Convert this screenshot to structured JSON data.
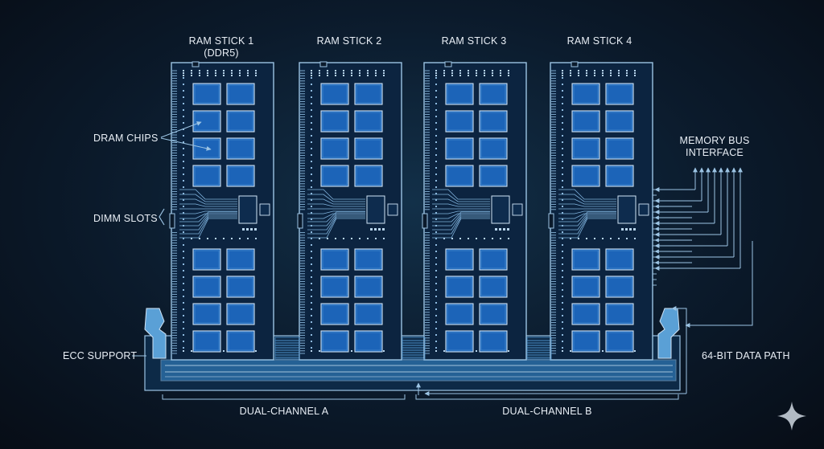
{
  "sticks": [
    {
      "title": "RAM STICK 1",
      "subtitle": "(DDR5)"
    },
    {
      "title": "RAM STICK 2",
      "subtitle": ""
    },
    {
      "title": "RAM STICK 3",
      "subtitle": ""
    },
    {
      "title": "RAM STICK 4",
      "subtitle": ""
    }
  ],
  "labels": {
    "dram_chips": "DRAM CHIPS",
    "dimm_slots": "DIMM SLOTS",
    "ecc_support": "ECC SUPPORT",
    "memory_bus_line1": "MEMORY BUS",
    "memory_bus_line2": "INTERFACE",
    "data_path": "64-BIT DATA PATH",
    "channel_a": "DUAL-CHANNEL A",
    "channel_b": "DUAL-CHANNEL B"
  },
  "colors": {
    "line": "#9cc4e4",
    "chip": "#1c64b8",
    "chip_border": "#cfe3f5",
    "accent": "#3a8fd6"
  },
  "icons": {
    "corner": "sparkle-icon"
  }
}
